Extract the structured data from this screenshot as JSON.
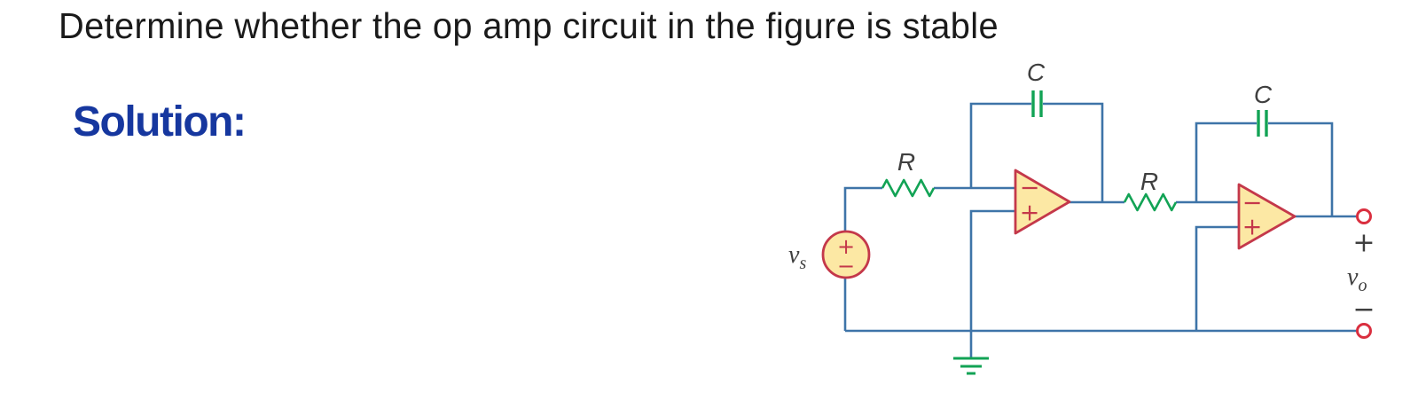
{
  "title": "Determine whether the op amp circuit in the figure is stable",
  "solution_label": "Solution:",
  "colors": {
    "background": "#FFFFFF",
    "title_black": "#1A1A1A",
    "solution_blue": "#16379F",
    "wire_blue": "#3E74A8",
    "component_green": "#12A355",
    "opamp_fill": "#FCE8A4",
    "crimson": "#C4384A",
    "terminal_red": "#DA2F3F",
    "label_gray": "#3F3F3F"
  },
  "circuit": {
    "source": {
      "label": "v",
      "subscript": "s",
      "plus": "+",
      "minus": "−"
    },
    "resistors": [
      {
        "label": "R"
      },
      {
        "label": "R"
      }
    ],
    "capacitors": [
      {
        "label": "C"
      },
      {
        "label": "C"
      }
    ],
    "opamps": [
      {
        "inverting": "−",
        "noninverting": "+"
      },
      {
        "inverting": "−",
        "noninverting": "+"
      }
    ],
    "output": {
      "plus": "+",
      "label": "v",
      "subscript": "o",
      "minus": "−"
    }
  }
}
